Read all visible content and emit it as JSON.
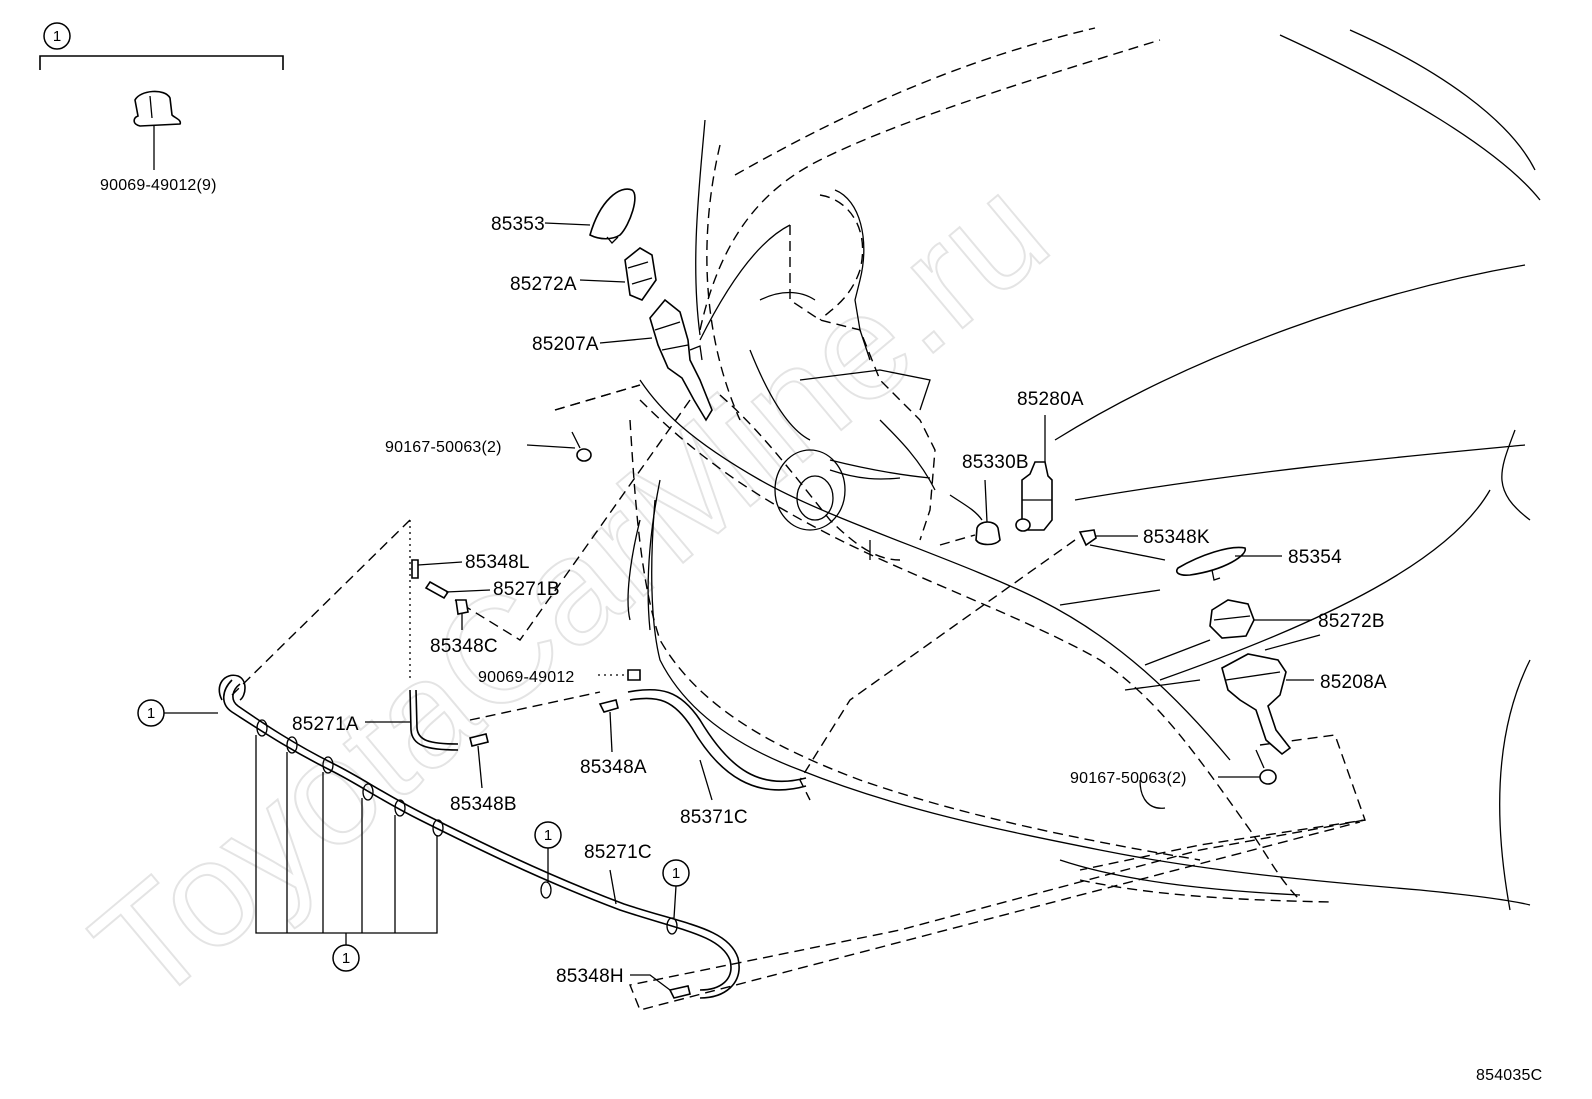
{
  "watermark": "ToyotaCarMine.ru",
  "diagram_code": "854035C",
  "legend": {
    "callout": "1",
    "part": "90069-49012(9)"
  },
  "callout_symbol": "1",
  "parts": {
    "p85353": "85353",
    "p85272A": "85272A",
    "p85207A": "85207A",
    "p90167a": "90167-50063(2)",
    "p85280A": "85280A",
    "p85330B": "85330B",
    "p85348K": "85348K",
    "p85354": "85354",
    "p85272B": "85272B",
    "p85208A": "85208A",
    "p90167b": "90167-50063(2)",
    "p85348L": "85348L",
    "p85271B": "85271B",
    "p85348C": "85348C",
    "p90069": "90069-49012",
    "p85271A": "85271A",
    "p85348B": "85348B",
    "p85348A": "85348A",
    "p85371C": "85371C",
    "p85271C": "85271C",
    "p85348H": "85348H"
  }
}
